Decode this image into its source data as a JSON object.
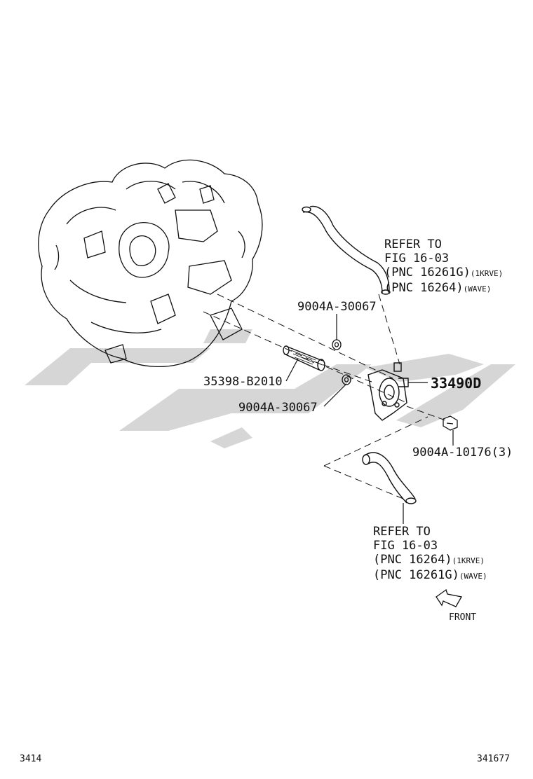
{
  "diagram": {
    "parts": {
      "oil_cooler": "33490D",
      "pipe": "35398-B2010",
      "gasket_upper": "9004A-30067",
      "gasket_lower": "9004A-30067",
      "bolt": "9004A-10176(3)"
    },
    "refer_upper": {
      "line1": "REFER TO",
      "line2": "FIG 16-03",
      "line3": "(PNC 16261G)",
      "line3_note": "(1KRVE)",
      "line4": "(PNC 16264)",
      "line4_note": "(WAVE)"
    },
    "refer_lower": {
      "line1": "REFER TO",
      "line2": "FIG 16-03",
      "line3": "(PNC 16264)",
      "line3_note": "(1KRVE)",
      "line4": "(PNC 16261G)",
      "line4_note": "(WAVE)"
    },
    "front_label": "FRONT",
    "page_left": "3414",
    "page_right": "341677"
  },
  "colors": {
    "line": "#111111",
    "watermark": "#d6d6d6"
  }
}
